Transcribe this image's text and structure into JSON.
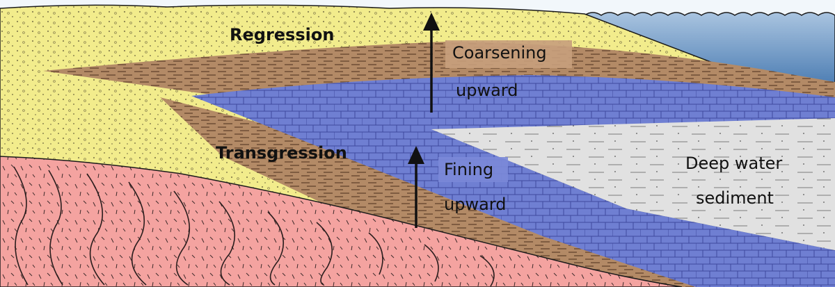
{
  "labels": {
    "regression": "Regression",
    "transgression": "Transgression",
    "coarsening_line1": "Coarsening",
    "coarsening_line2": "upward",
    "fining_line1": "Fining",
    "fining_line2": "upward",
    "deep_line1": "Deep water",
    "deep_line2": "sediment"
  },
  "colors": {
    "sky": "#f2f7fb",
    "sea": "#6e96c4",
    "sand": "#f2ec8c",
    "mud": "#b38a66",
    "limestone": "#6f7fd2",
    "deep_sediment": "#e1e1e1",
    "bedrock": "#f4a3a0",
    "ink": "#1a1a1a"
  },
  "icons": [
    "up-arrow-icon",
    "up-arrow-icon"
  ]
}
